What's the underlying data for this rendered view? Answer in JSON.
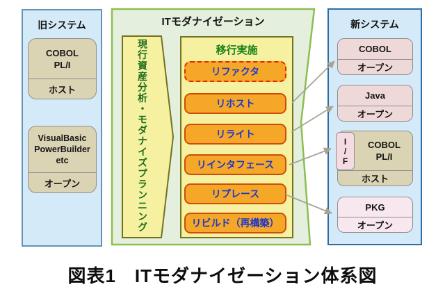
{
  "old_system": {
    "title": "旧システム",
    "boxes": [
      {
        "lines": [
          "COBOL",
          "PL/I"
        ],
        "platform": "ホスト"
      },
      {
        "lines": [
          "VisualBasic",
          "PowerBuilder",
          "etc"
        ],
        "platform": "オープン"
      }
    ]
  },
  "modernization": {
    "title": "ITモダナイゼーション",
    "analysis_strip": "現行資産分析・モダナイズプランニング",
    "migration_title": "移行実施",
    "methods": [
      "リファクタ",
      "リホスト",
      "リライト",
      "リインタフェース",
      "リプレース",
      "リビルド（再構築）"
    ]
  },
  "new_system": {
    "title": "新システム",
    "boxes": [
      {
        "lines": [
          "COBOL"
        ],
        "platform": "オープン"
      },
      {
        "lines": [
          "Java"
        ],
        "platform": "オープン"
      },
      {
        "lines": [
          "COBOL",
          "PL/I"
        ],
        "platform": "ホスト",
        "interface_label": [
          "I",
          "/",
          "F"
        ]
      },
      {
        "lines": [
          "PKG"
        ],
        "platform": "オープン"
      }
    ]
  },
  "arrows": [
    {
      "from": "リホスト",
      "to": "COBOL／オープン"
    },
    {
      "from": "リライト",
      "to": "Java／オープン"
    },
    {
      "from": "リインタフェース",
      "to": "COBOL PL/I／ホスト"
    },
    {
      "from": "リプレース",
      "to": "PKG／オープン"
    }
  ],
  "caption": "図表1　ITモダナイゼーション体系図",
  "palette": {
    "panel_blue_fill": "#d5eaf8",
    "old_panel_border": "#6493b6",
    "new_panel_border": "#2e6da4",
    "green_panel_fill": "#e4efdd",
    "green_panel_border": "#8cbf52",
    "yellow_fill": "#f6f1a0",
    "yellow_border": "#75751f",
    "orange_fill": "#f5a728",
    "orange_border": "#cf4d08",
    "refactor_dashed_border": "#e22800",
    "method_text_blue": "#2038c8",
    "green_text": "#168016",
    "tan_fill": "#dad3b4",
    "pink_fill": "#efd9d8",
    "pink_light_fill": "#f8e7ee",
    "arrow_gray": "#a8a492"
  }
}
